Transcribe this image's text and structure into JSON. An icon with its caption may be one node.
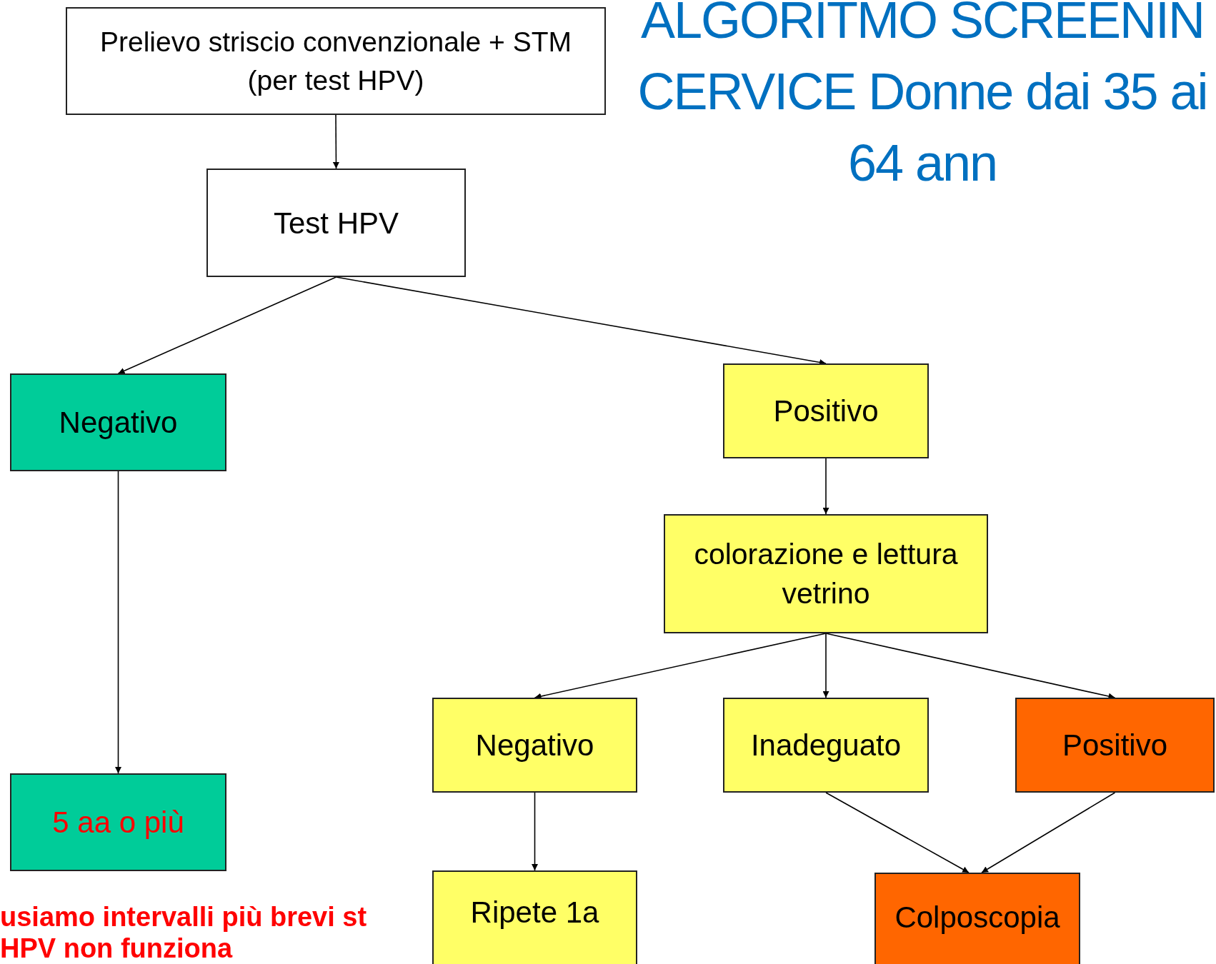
{
  "diagram": {
    "title": "ALGORITMO SCREENIN CERVICE Donne dai 35 ai 64 ann",
    "nodes": [
      {
        "text": [
          "Prelievo striscio convenzionale + STM (per test HPV)"
        ]
      },
      {
        "text": [
          "Test HPV"
        ]
      },
      {
        "text": [
          "Negativo"
        ]
      },
      {
        "text": [
          "Positivo"
        ]
      },
      {
        "text": [
          "colorazione e lettura vetrino"
        ]
      },
      {
        "text": [
          "Negativo"
        ]
      },
      {
        "text": [
          "Inadeguato"
        ]
      },
      {
        "text": [
          "Positivo"
        ]
      },
      {
        "text": [
          "5 aa o più"
        ]
      },
      {
        "text": [
          "Ripete 1a"
        ]
      },
      {
        "text": [
          "Colposcopia"
        ]
      }
    ],
    "edges": [
      {
        "from": 0,
        "to": 1,
        "arrow": "to"
      },
      {
        "from": 1,
        "to": 2,
        "arrow": "to"
      },
      {
        "from": 1,
        "to": 3,
        "arrow": "to"
      },
      {
        "from": 3,
        "to": 4,
        "arrow": "to"
      },
      {
        "from": 2,
        "to": 8,
        "arrow": "to"
      },
      {
        "from": 4,
        "to": 5,
        "arrow": "to"
      },
      {
        "from": 4,
        "to": 6,
        "arrow": "to"
      },
      {
        "from": 4,
        "to": 7,
        "arrow": "to"
      },
      {
        "from": 5,
        "to": 9,
        "arrow": "to"
      },
      {
        "from": 6,
        "to": 10,
        "arrow": "to"
      },
      {
        "from": 7,
        "to": 10,
        "arrow": "to"
      }
    ],
    "labels": [
      "usiamo intervalli più brevi st HPV non funziona"
    ]
  }
}
